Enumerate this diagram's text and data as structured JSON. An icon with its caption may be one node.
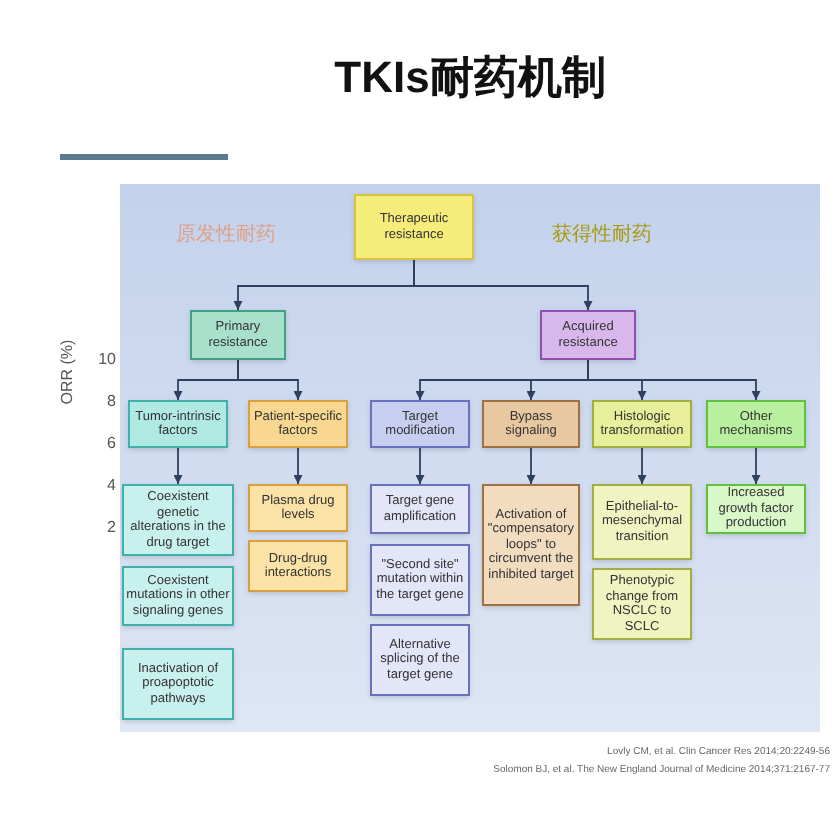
{
  "diagram": {
    "title": "TKIs耐药机制",
    "nodes": [
      {
        "text": [
          "Therapeutic resistance"
        ]
      },
      {
        "text": [
          "Primary resistance"
        ]
      },
      {
        "text": [
          "Acquired resistance"
        ]
      },
      {
        "text": [
          "Tumor-intrinsic factors"
        ]
      },
      {
        "text": [
          "Patient-specific factors"
        ]
      },
      {
        "text": [
          "Target modification"
        ]
      },
      {
        "text": [
          "Bypass signaling"
        ]
      },
      {
        "text": [
          "Histologic transformation"
        ]
      },
      {
        "text": [
          "Other mechanisms"
        ]
      },
      {
        "text": [
          "Coexistent genetic alterations in the drug target"
        ]
      },
      {
        "text": [
          "Coexistent mutations in other signaling genes"
        ]
      },
      {
        "text": [
          "Inactivation of proapoptotic pathways"
        ]
      },
      {
        "text": [
          "Plasma drug levels"
        ]
      },
      {
        "text": [
          "Drug-drug interactions"
        ]
      },
      {
        "text": [
          "Target gene amplification"
        ]
      },
      {
        "text": [
          "\"Second site\" mutation within the target gene"
        ]
      },
      {
        "text": [
          "Alternative splicing of the target gene"
        ]
      },
      {
        "text": [
          "Activation of \"compensatory loops\" to circumvent the inhibited target"
        ]
      },
      {
        "text": [
          "Epithelial-to-mesenchymal transition"
        ]
      },
      {
        "text": [
          "Phenotypic change from NSCLC to SCLC"
        ]
      },
      {
        "text": [
          "Increased growth factor production"
        ]
      }
    ],
    "edges": [
      {
        "from": 0,
        "to": 1,
        "arrow": "to"
      },
      {
        "from": 0,
        "to": 2,
        "arrow": "to"
      },
      {
        "from": 1,
        "to": 3,
        "arrow": "to"
      },
      {
        "from": 1,
        "to": 4,
        "arrow": "to"
      },
      {
        "from": 2,
        "to": 5,
        "arrow": "to"
      },
      {
        "from": 2,
        "to": 6,
        "arrow": "to"
      },
      {
        "from": 2,
        "to": 7,
        "arrow": "to"
      },
      {
        "from": 2,
        "to": 8,
        "arrow": "to"
      },
      {
        "from": 3,
        "to": 9,
        "arrow": "to"
      },
      {
        "from": 4,
        "to": 12,
        "arrow": "to"
      },
      {
        "from": 5,
        "to": 14,
        "arrow": "to"
      },
      {
        "from": 6,
        "to": 17,
        "arrow": "to"
      },
      {
        "from": 7,
        "to": 18,
        "arrow": "to"
      },
      {
        "from": 8,
        "to": 20,
        "arrow": "to"
      }
    ],
    "labels": [
      "原发性耐药",
      "获得性耐药",
      "10",
      "8",
      "6",
      "4",
      "2",
      "ORR (%)",
      "Lovly CM, et al. Clin Cancer Res 2014;20:2249-56",
      "Solomon BJ, et al. The New England Journal of Medicine 2014;371:2167-77"
    ]
  }
}
